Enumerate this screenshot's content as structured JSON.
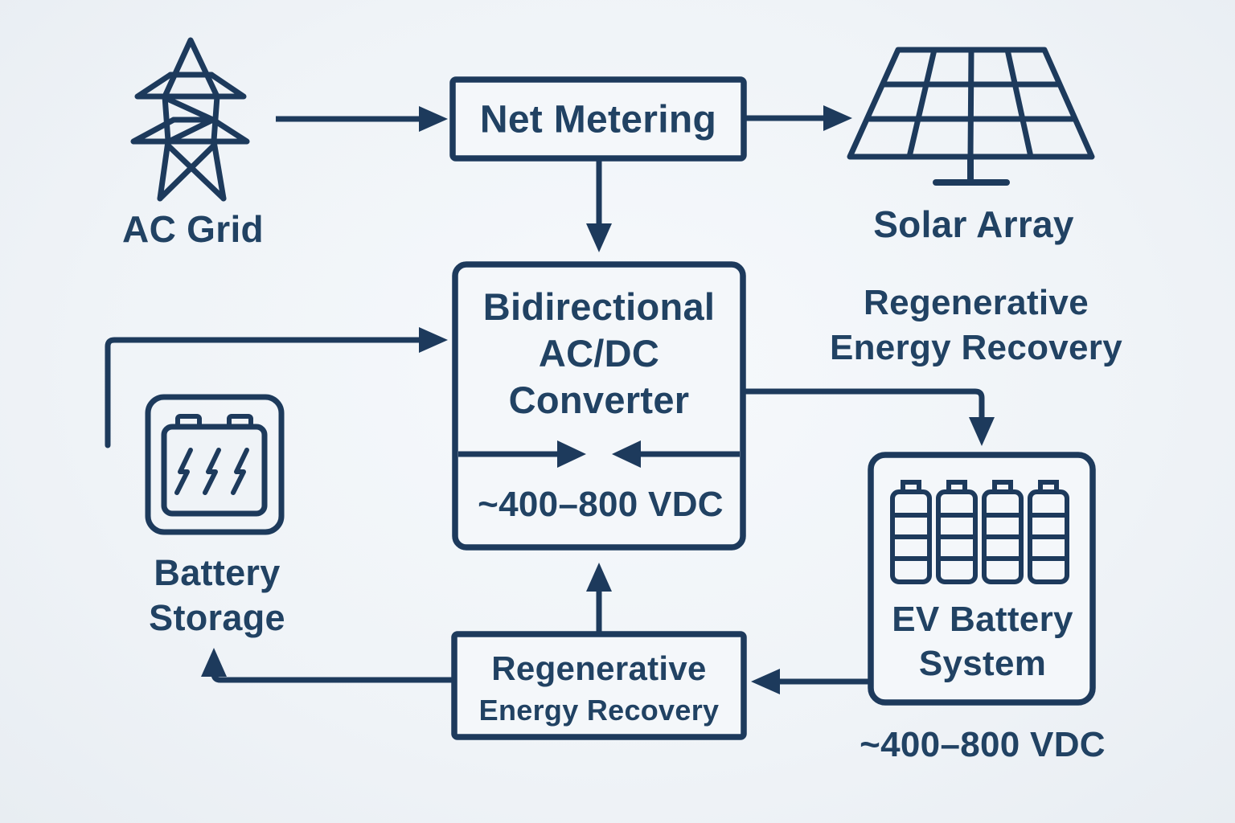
{
  "colors": {
    "ink": "#1d3a5c",
    "text": "#214263",
    "background": "#eff3f7",
    "box_fill": "#f4f7fa"
  },
  "nodes": {
    "ac_grid": {
      "label": "AC Grid",
      "icon": "transmission-tower-icon"
    },
    "net_metering": {
      "label": "Net Metering"
    },
    "solar_array": {
      "label": "Solar Array",
      "icon": "solar-panel-icon"
    },
    "converter": {
      "line1": "Bidirectional",
      "line2": "AC/DC",
      "line3": "Converter",
      "voltage": "~400–800 VDC"
    },
    "battery_storage": {
      "line1": "Battery",
      "line2": "Storage",
      "icon": "battery-storage-icon"
    },
    "regen_top": {
      "line1": "Regenerative",
      "line2": "Energy Recovery"
    },
    "ev_battery": {
      "line1": "EV Battery",
      "line2": "System",
      "voltage": "~400–800 VDC",
      "icon": "ev-battery-cells-icon"
    },
    "regen_bottom": {
      "line1": "Regenerative",
      "line2": "Energy Recovery"
    }
  },
  "connections": [
    {
      "from": "AC Grid",
      "to": "Net Metering"
    },
    {
      "from": "Net Metering",
      "to": "Solar Array"
    },
    {
      "from": "Net Metering",
      "to": "Bidirectional AC/DC Converter"
    },
    {
      "from": "Battery Storage",
      "to": "Bidirectional AC/DC Converter"
    },
    {
      "from": "Bidirectional AC/DC Converter",
      "to": "EV Battery System",
      "via_label": "Regenerative Energy Recovery"
    },
    {
      "from": "Bidirectional AC/DC Converter",
      "to": "Bidirectional AC/DC Converter",
      "note": "opposing arrows inside converter"
    },
    {
      "from": "EV Battery System",
      "to": "Regenerative Energy Recovery"
    },
    {
      "from": "Regenerative Energy Recovery",
      "to": "Bidirectional AC/DC Converter"
    },
    {
      "from": "Regenerative Energy Recovery",
      "to": "Battery Storage"
    }
  ]
}
